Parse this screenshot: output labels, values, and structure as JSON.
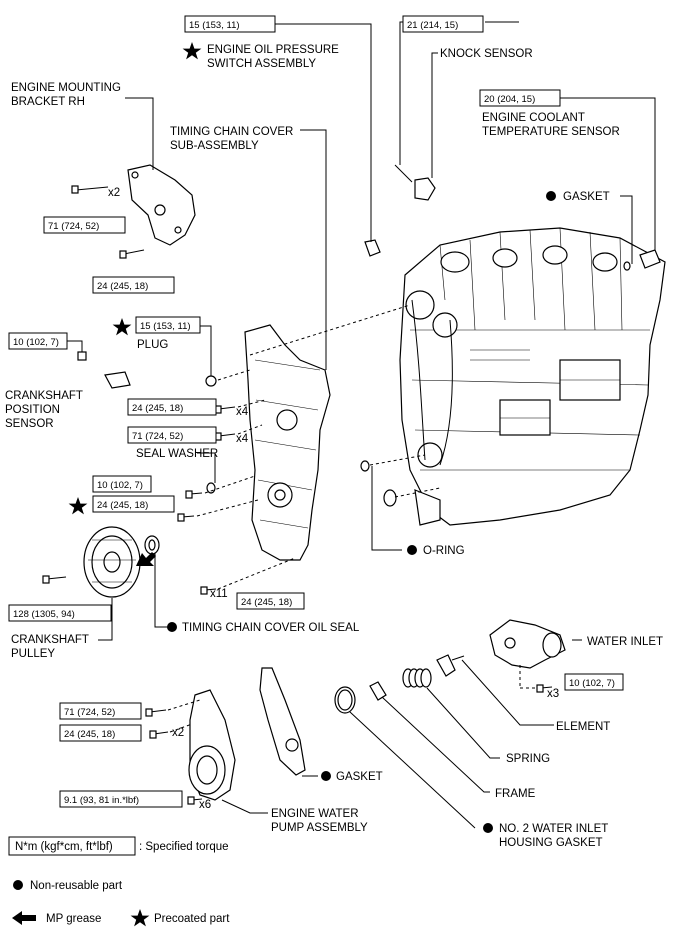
{
  "labels": {
    "oil_pressure_1": "ENGINE OIL PRESSURE",
    "oil_pressure_2": "SWITCH ASSEMBLY",
    "knock_sensor": "KNOCK SENSOR",
    "mount_1": "ENGINE MOUNTING",
    "mount_2": "BRACKET RH",
    "coolant_1": "ENGINE COOLANT",
    "coolant_2": "TEMPERATURE SENSOR",
    "tcc_1": "TIMING CHAIN COVER",
    "tcc_2": "SUB-ASSEMBLY",
    "gasket_top": "GASKET",
    "plug": "PLUG",
    "ckp_1": "CRANKSHAFT",
    "ckp_2": "POSITION",
    "ckp_3": "SENSOR",
    "seal_washer": "SEAL WASHER",
    "o_ring": "O-RING",
    "crank_pulley_1": "CRANKSHAFT",
    "crank_pulley_2": "PULLEY",
    "oil_seal": "TIMING CHAIN COVER OIL SEAL",
    "water_inlet": "WATER INLET",
    "element": "ELEMENT",
    "spring": "SPRING",
    "frame": "FRAME",
    "gasket_pump": "GASKET",
    "pump_1": "ENGINE WATER",
    "pump_2": "PUMP ASSEMBLY",
    "inlet_gasket_1": "NO. 2 WATER INLET",
    "inlet_gasket_2": "HOUSING GASKET"
  },
  "torques": {
    "oil_pressure": "15 (153, 11)",
    "knock": "21 (214, 15)",
    "coolant": "20 (204, 15)",
    "mount_upper": "71 (724, 52)",
    "mount_lower": "24 (245, 18)",
    "plug": "15 (153, 11)",
    "ckp": "10 (102, 7)",
    "cover_24": "24 (245, 18)",
    "cover_71": "71 (724, 52)",
    "cover_10": "10 (102, 7)",
    "cover_24b": "24 (245, 18)",
    "crank_pulley": "128 (1305, 94)",
    "cover_x11": "24 (245, 18)",
    "water_inlet": "10 (102, 7)",
    "pump_71": "71 (724, 52)",
    "pump_24": "24 (245, 18)",
    "pump_91": "9.1 (93, 81 in.*lbf)"
  },
  "quantities": {
    "mount_x2": "x2",
    "cover_x4a": "x4",
    "cover_x4b": "x4",
    "cover_x11": "x11",
    "inlet_x3": "x3",
    "pump_x2": "x2",
    "pump_x6": "x6"
  },
  "legend": {
    "unit_box": "N*m (kgf*cm, ft*lbf)",
    "unit_desc": ": Specified torque",
    "non_reusable": "Non-reusable part",
    "mp_grease": "MP grease",
    "precoated": "Precoated part"
  }
}
